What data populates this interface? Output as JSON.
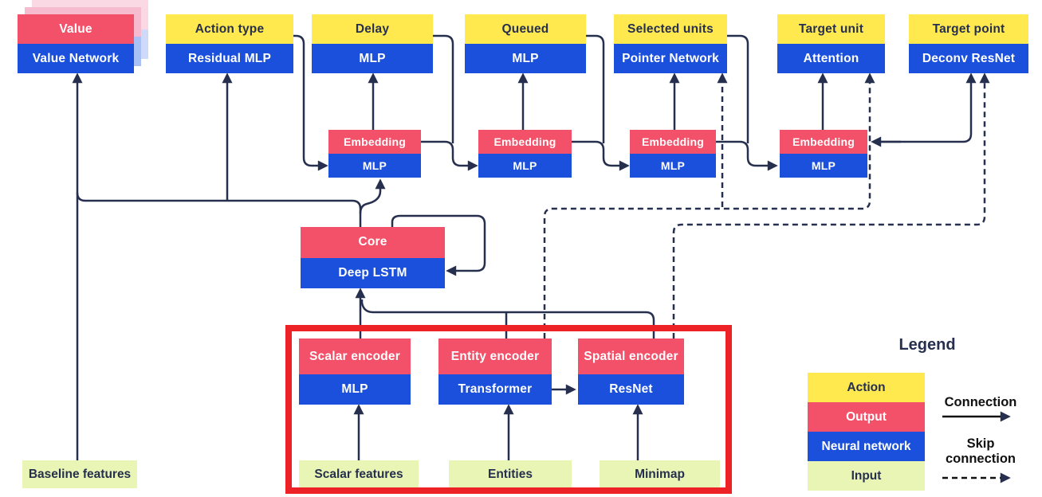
{
  "nodes": {
    "value": {
      "top": "Value",
      "bottom": "Value Network"
    },
    "action_type": {
      "top": "Action type",
      "bottom": "Residual MLP"
    },
    "delay": {
      "top": "Delay",
      "bottom": "MLP"
    },
    "queued": {
      "top": "Queued",
      "bottom": "MLP"
    },
    "selected_units": {
      "top": "Selected units",
      "bottom": "Pointer Network"
    },
    "target_unit": {
      "top": "Target unit",
      "bottom": "Attention"
    },
    "target_point": {
      "top": "Target point",
      "bottom": "Deconv ResNet"
    },
    "embedding1": {
      "top": "Embedding",
      "bottom": "MLP"
    },
    "embedding2": {
      "top": "Embedding",
      "bottom": "MLP"
    },
    "embedding3": {
      "top": "Embedding",
      "bottom": "MLP"
    },
    "embedding4": {
      "top": "Embedding",
      "bottom": "MLP"
    },
    "core": {
      "top": "Core",
      "bottom": "Deep LSTM"
    },
    "scalar_encoder": {
      "top": "Scalar encoder",
      "bottom": "MLP"
    },
    "entity_encoder": {
      "top": "Entity encoder",
      "bottom": "Transformer"
    },
    "spatial_encoder": {
      "top": "Spatial encoder",
      "bottom": "ResNet"
    }
  },
  "inputs": {
    "baseline": "Baseline features",
    "scalar": "Scalar features",
    "entities": "Entities",
    "minimap": "Minimap"
  },
  "legend": {
    "title": "Legend",
    "items": [
      {
        "label": "Action",
        "color": "#FFE94E"
      },
      {
        "label": "Output",
        "color": "#F25169"
      },
      {
        "label": "Neural network",
        "color": "#1B50DC"
      },
      {
        "label": "Input",
        "color": "#E9F5B4"
      }
    ],
    "connection_label": "Connection",
    "skip_label": "Skip connection"
  },
  "colors": {
    "action_yellow": "#FFE94E",
    "output_pink": "#F25169",
    "network_blue": "#1B50DC",
    "input_green": "#E9F5B4",
    "line_navy": "#26304E",
    "highlight_red": "#EC2227",
    "ghost_pink": "#F6BBCE",
    "ghost_blue": "#A9C1F4"
  }
}
